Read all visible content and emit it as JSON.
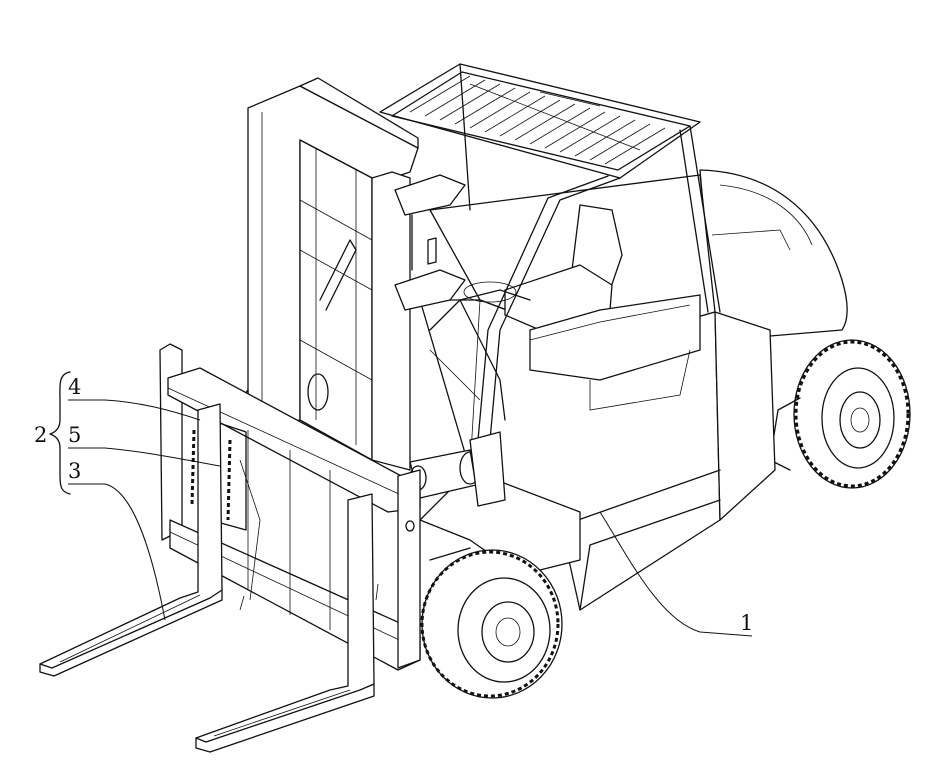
{
  "figure": {
    "labels": {
      "group": "2",
      "part4": "4",
      "part5": "5",
      "part3": "3",
      "part1": "1"
    }
  }
}
